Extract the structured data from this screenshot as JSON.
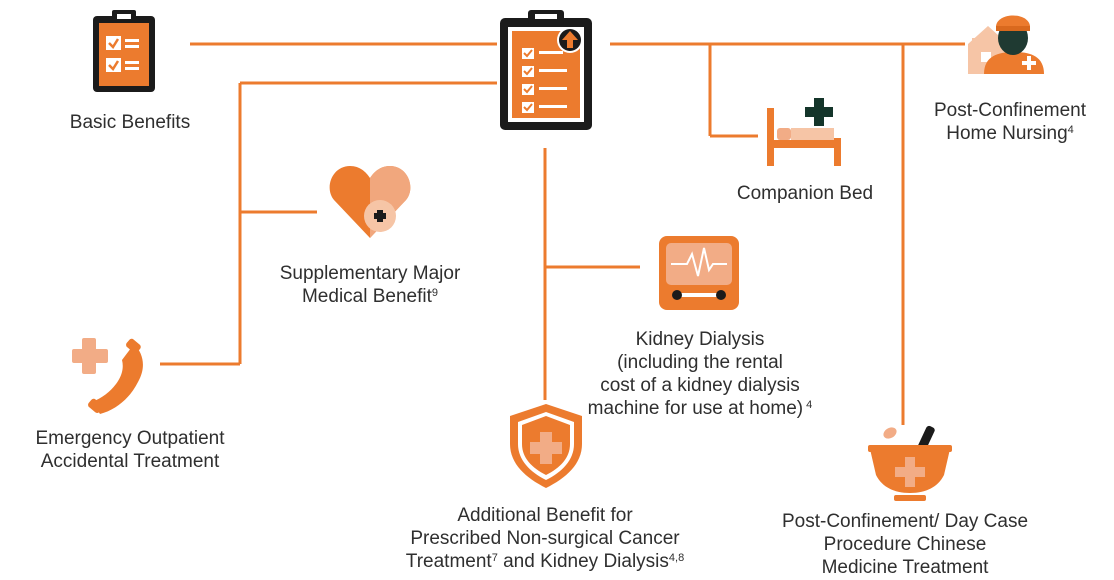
{
  "colors": {
    "orange": "#ec7b2e",
    "light_orange": "#f2ac86",
    "peach": "#f6c5a6",
    "dark": "#1b1b1b",
    "dark_green": "#14352a",
    "line": "#ec7b2e"
  },
  "central": {
    "icon": "clipboard-upgrade-icon"
  },
  "benefits": [
    {
      "id": "basic",
      "icon": "clipboard-checklist-icon",
      "lines": [
        "Basic Benefits"
      ],
      "sup": ""
    },
    {
      "id": "home-nursing",
      "icon": "home-nurse-icon",
      "lines": [
        "Post-Confinement",
        "Home Nursing"
      ],
      "sup": "4"
    },
    {
      "id": "companion-bed",
      "icon": "hospital-bed-icon",
      "lines": [
        "Companion Bed"
      ],
      "sup": ""
    },
    {
      "id": "smm",
      "icon": "heart-plus-icon",
      "lines": [
        "Supplementary Major",
        "Medical Benefit"
      ],
      "sup": "9"
    },
    {
      "id": "dialysis",
      "icon": "dialysis-monitor-icon",
      "lines": [
        "Kidney Dialysis",
        "(including the rental",
        "cost of a kidney dialysis",
        "machine for use at home)"
      ],
      "sup": " 4"
    },
    {
      "id": "emergency",
      "icon": "phone-cross-icon",
      "lines": [
        "Emergency Outpatient",
        "Accidental Treatment"
      ],
      "sup": ""
    },
    {
      "id": "cancer",
      "icon": "shield-cross-icon",
      "lines": [
        "Additional Benefit for",
        "Prescribed Non-surgical Cancer",
        "Treatment",
        "and Kidney Dialysis"
      ],
      "sup": "",
      "sup_a": "7",
      "sup_b": "4,8"
    },
    {
      "id": "tcm",
      "icon": "mortar-pestle-icon",
      "lines": [
        "Post-Confinement/ Day Case",
        "Procedure Chinese",
        "Medicine Treatment"
      ],
      "sup": ""
    }
  ]
}
